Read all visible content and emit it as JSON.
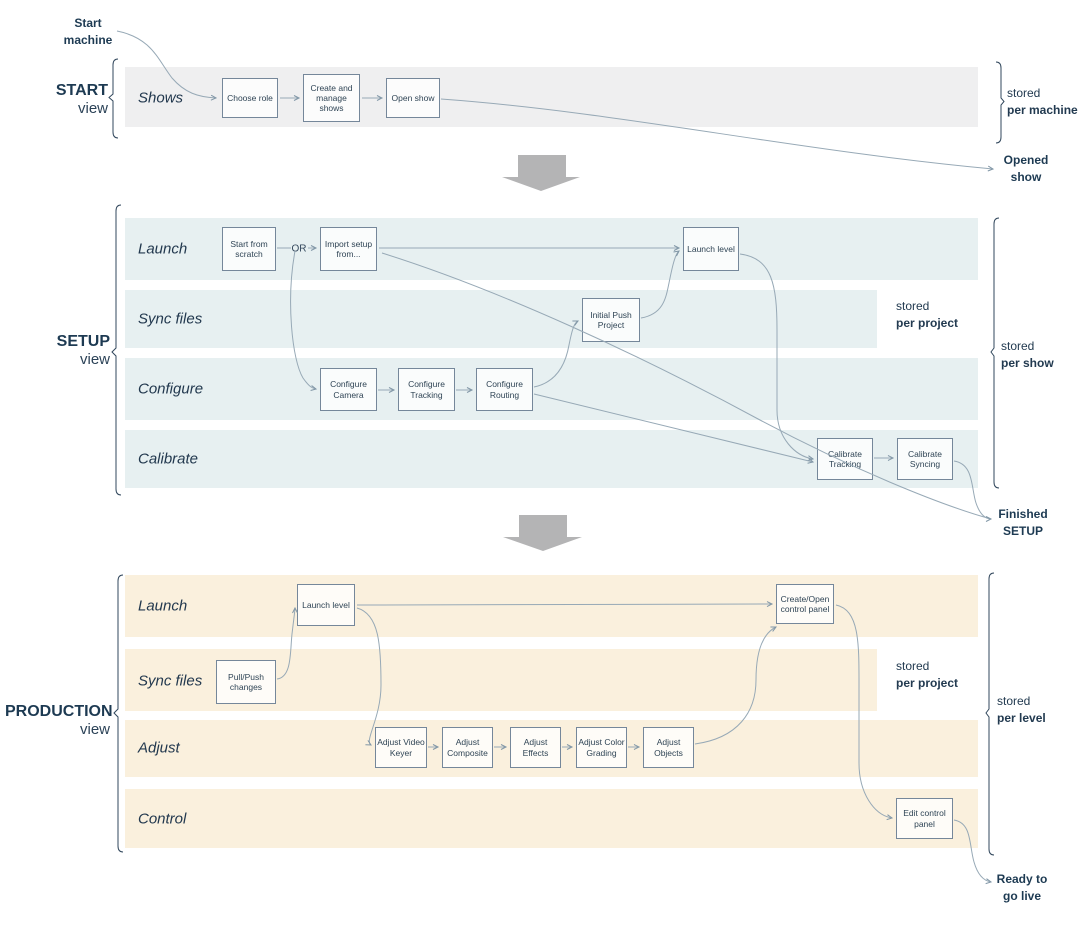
{
  "diagram": {
    "title_note": "workflow views diagram",
    "colors": {
      "start_band": "#efeff0",
      "setup_band": "#e7f0f1",
      "production_band": "#faf0dd",
      "navy_text": "#1d3a52",
      "box_border": "#75879a",
      "connector_line": "#97a9b6",
      "big_arrow": "#b4b4b5"
    },
    "edge_labels": {
      "start_machine": {
        "line1": "Start",
        "line2": "machine"
      },
      "opened_show": {
        "line1": "Opened",
        "line2": "show"
      },
      "finished_setup": {
        "line1": "Finished",
        "line2": "SETUP"
      },
      "ready_go_live": {
        "line1": "Ready to",
        "line2": "go live"
      }
    },
    "views": {
      "start": {
        "name": "START",
        "name_suffix": "view",
        "stored": {
          "line1": "stored",
          "line2": "per machine"
        },
        "rows": [
          {
            "label": "Shows"
          }
        ],
        "boxes": {
          "choose_role": "Choose role",
          "create_manage_shows": "Create and manage shows",
          "open_show": "Open show"
        }
      },
      "setup": {
        "name": "SETUP",
        "name_suffix": "view",
        "or_label": "OR",
        "stored": {
          "line1": "stored",
          "line2": "per show"
        },
        "stored_project": {
          "line1": "stored",
          "line2": "per project"
        },
        "rows": [
          {
            "label": "Launch"
          },
          {
            "label": "Sync files"
          },
          {
            "label": "Configure"
          },
          {
            "label": "Calibrate"
          }
        ],
        "boxes": {
          "start_from_scratch": "Start from scratch",
          "import_setup": "Import setup from...",
          "launch_level": "Launch level",
          "initial_push": "Initial Push Project",
          "configure_camera": "Configure Camera",
          "configure_tracking": "Configure Tracking",
          "configure_routing": "Configure Routing",
          "calibrate_tracking": "Calibrate Tracking",
          "calibrate_syncing": "Calibrate Syncing"
        }
      },
      "production": {
        "name": "PRODUCTION",
        "name_suffix": "view",
        "stored": {
          "line1": "stored",
          "line2": "per level"
        },
        "stored_project": {
          "line1": "stored",
          "line2": "per project"
        },
        "rows": [
          {
            "label": "Launch"
          },
          {
            "label": "Sync files"
          },
          {
            "label": "Adjust"
          },
          {
            "label": "Control"
          }
        ],
        "boxes": {
          "launch_level": "Launch level",
          "create_open_panel": "Create/Open control panel",
          "pull_push": "Pull/Push changes",
          "adjust_video_keyer": "Adjust Video Keyer",
          "adjust_composite": "Adjust Composite",
          "adjust_effects": "Adjust Effects",
          "adjust_color_grading": "Adjust Color Grading",
          "adjust_objects": "Adjust Objects",
          "edit_control_panel": "Edit control panel"
        }
      }
    }
  }
}
